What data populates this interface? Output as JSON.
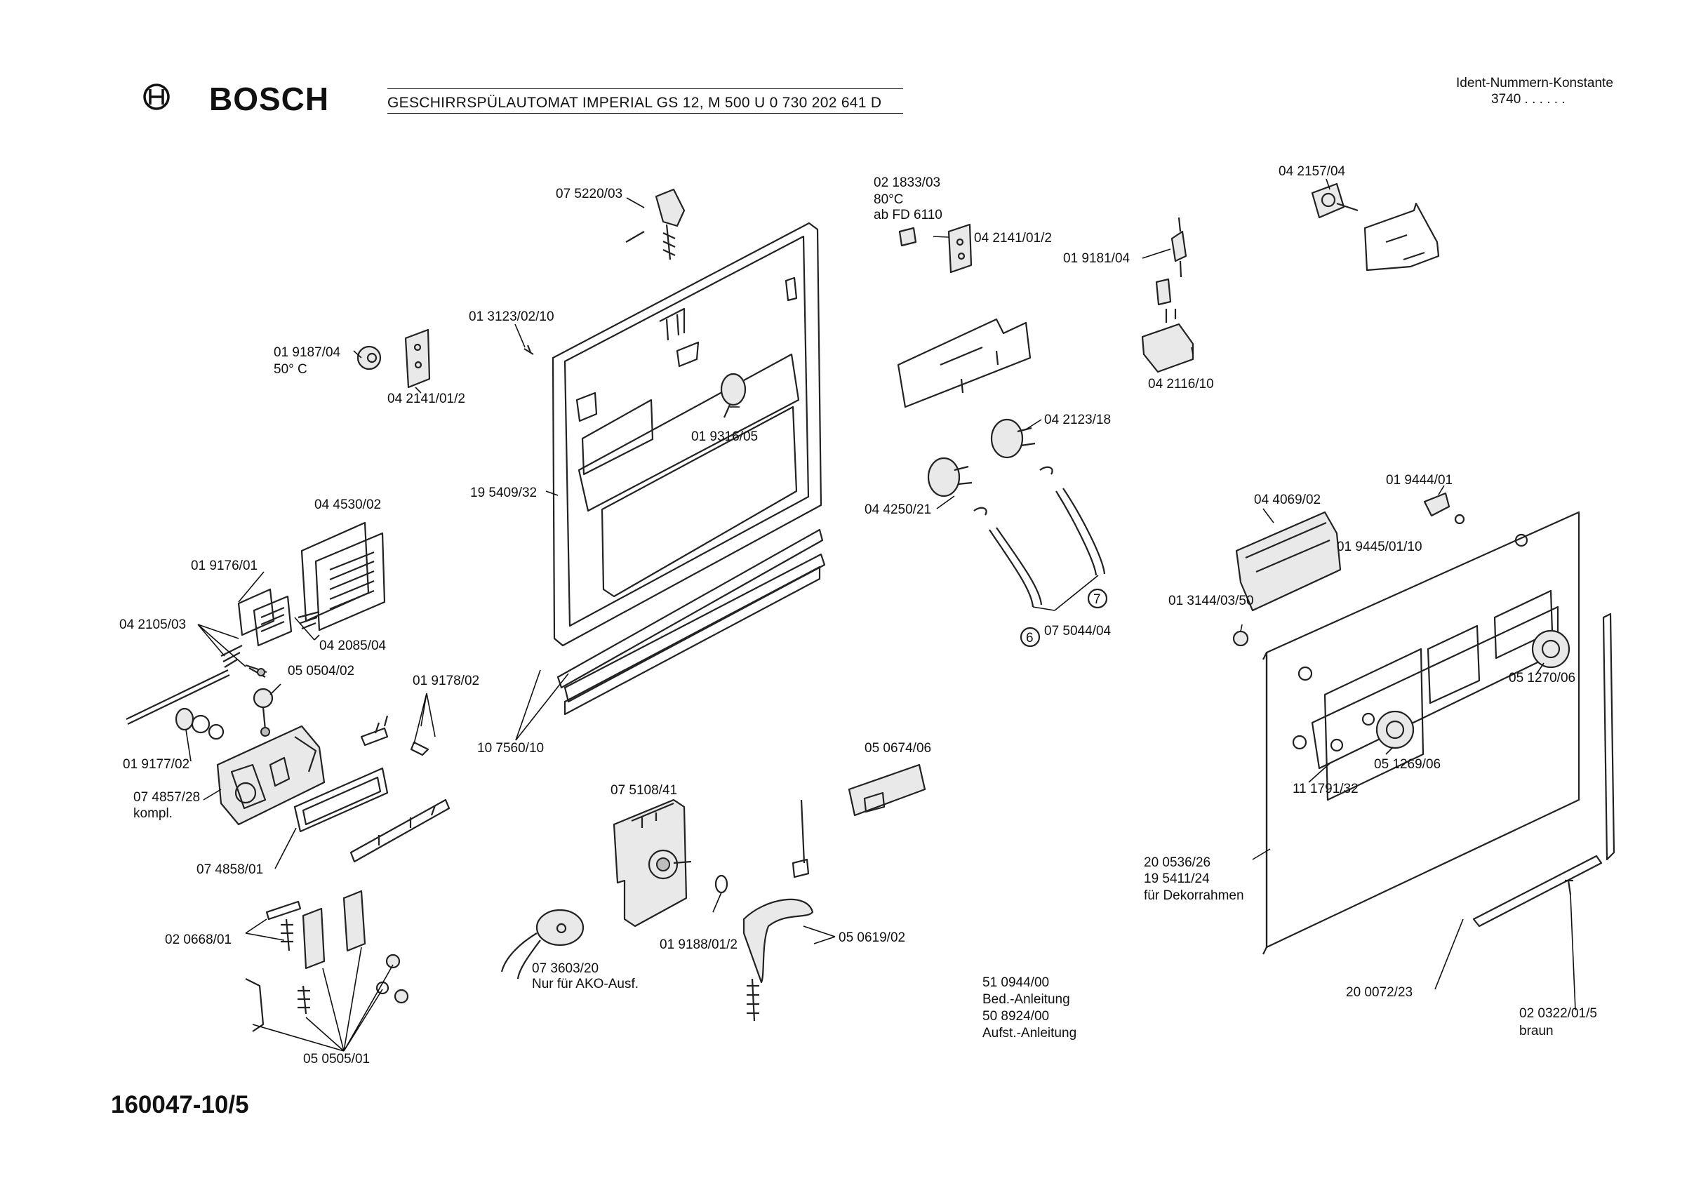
{
  "header": {
    "brand": "BOSCH",
    "title": "GESCHIRRSPÜLAUTOMAT IMPERIAL GS 12, M 500 U    0 730 202 641 D",
    "ident_label": "Ident-Nummern-Konstante",
    "ident_value": "3740   . .   . . . ."
  },
  "footer": {
    "doc_number": "160047-10/5"
  },
  "icons": {
    "logo": "bosch-armature-logo-icon"
  },
  "labels": {
    "l_075220_03": "07 5220/03",
    "l_021833_03": "02 1833/03",
    "l_80c": "80°C",
    "l_abfd": "ab FD 6110",
    "l_042141_top": "04 2141/01/2",
    "l_019181_04": "01 9181/04",
    "l_042157_04": "04 2157/04",
    "l_013123_02_10": "01 3123/02/10",
    "l_019187_04": "01 9187/04",
    "l_50c": "50° C",
    "l_042141_left": "04 2141/01/2",
    "l_042116_10": "04 2116/10",
    "l_019316_05": "01 9316/05",
    "l_042123_18": "04 2123/18",
    "l_195409_32": "19 5409/32",
    "l_044530_02": "04 4530/02",
    "l_044250_21": "04 4250/21",
    "l_044069_02": "04 4069/02",
    "l_019444_01": "01 9444/01",
    "l_019445": "01 9445/01/10",
    "l_019176_01": "01 9176/01",
    "l_042105_03": "04 2105/03",
    "l_042085_04": "04 2085/04",
    "l_075044_04": "07 5044/04",
    "l_013144": "01 3144/03/50",
    "l_circ6": "6",
    "l_circ7": "7",
    "l_050504_02": "05 0504/02",
    "l_019178_02": "01 9178/02",
    "l_051270_06": "05 1270/06",
    "l_107560_10": "10 7560/10",
    "l_019177_02": "01 9177/02",
    "l_050674_06": "05 0674/06",
    "l_051269_06": "05 1269/06",
    "l_074857_28": "07 4857/28",
    "l_kompl": "kompl.",
    "l_075108_41": "07 5108/41",
    "l_111791_32": "11 1791/32",
    "l_074858_01": "07 4858/01",
    "l_200536_26": "20 0536/26",
    "l_195411_24": "19 5411/24",
    "l_dekor": "für Dekorrahmen",
    "l_020668_01": "02 0668/01",
    "l_050619_02": "05 0619/02",
    "l_019188": "01 9188/01/2",
    "l_073603_20": "07 3603/20",
    "l_ako": "Nur für AKO-Ausf.",
    "l_510944_00": "51 0944/00",
    "l_bed": "Bed.-Anleitung",
    "l_508924_00": "50 8924/00",
    "l_aufst": "Aufst.-Anleitung",
    "l_200072_23": "20 0072/23",
    "l_020322": "02 0322/01/5",
    "l_braun": "braun",
    "l_050505_01": "05 0505/01"
  }
}
